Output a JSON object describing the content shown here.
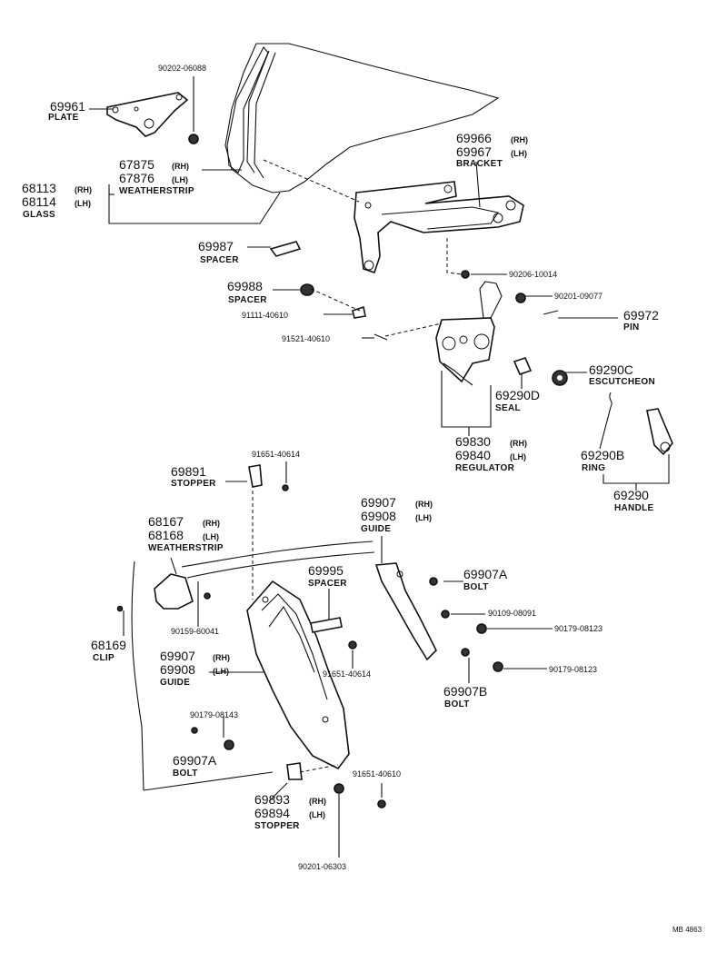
{
  "parts": {
    "p90202_06088": "90202-06088",
    "p69961": "69961",
    "plate": "PLATE",
    "p67875": "67875",
    "p67876": "67876",
    "weatherstrip1": "WEATHERSTRIP",
    "p68113": "68113",
    "p68114": "68114",
    "glass": "GLASS",
    "p69966": "69966",
    "p69967": "69967",
    "bracket": "BRACKET",
    "p69987": "69987",
    "spacer1": "SPACER",
    "p90206_10014": "90206-10014",
    "p69988": "69988",
    "spacer2": "SPACER",
    "p90201_09077": "90201-09077",
    "p91111_40610": "91111-40610",
    "p69972": "69972",
    "pin": "PIN",
    "p91521_40610": "91521-40610",
    "p69290C": "69290C",
    "escutcheon": "ESCUTCHEON",
    "p69290D": "69290D",
    "seal": "SEAL",
    "p69830": "69830",
    "p69840": "69840",
    "regulator": "REGULATOR",
    "p69290B": "69290B",
    "ring": "RING",
    "p69290": "69290",
    "handle": "HANDLE",
    "p91651_40614a": "91651-40614",
    "p69891": "69891",
    "stopper1": "STOPPER",
    "p69907a": "69907",
    "p69908a": "69908",
    "guide1": "GUIDE",
    "p68167": "68167",
    "p68168": "68168",
    "weatherstrip2": "WEATHERSTRIP",
    "p69995": "69995",
    "spacer3": "SPACER",
    "p69907A_1": "69907A",
    "bolt1": "BOLT",
    "p90109_08091": "90109-08091",
    "p90179_08123a": "90179-08123",
    "p68169": "68169",
    "clip": "CLIP",
    "p90159_60041": "90159-60041",
    "p91651_40614b": "91651-40614",
    "p69907b": "69907",
    "p69908b": "69908",
    "guide2": "GUIDE",
    "p69907B": "69907B",
    "bolt2": "BOLT",
    "p90179_08123b": "90179-08123",
    "p90179_08143": "90179-08143",
    "p69907A_2": "69907A",
    "bolt3": "BOLT",
    "p91651_40610": "91651-40610",
    "p69893": "69893",
    "p69894": "69894",
    "stopper2": "STOPPER",
    "p90201_06303": "90201-06303"
  },
  "tags": {
    "rh": "(RH)",
    "lh": "(LH)"
  },
  "footer": {
    "code": "MB 4863"
  }
}
